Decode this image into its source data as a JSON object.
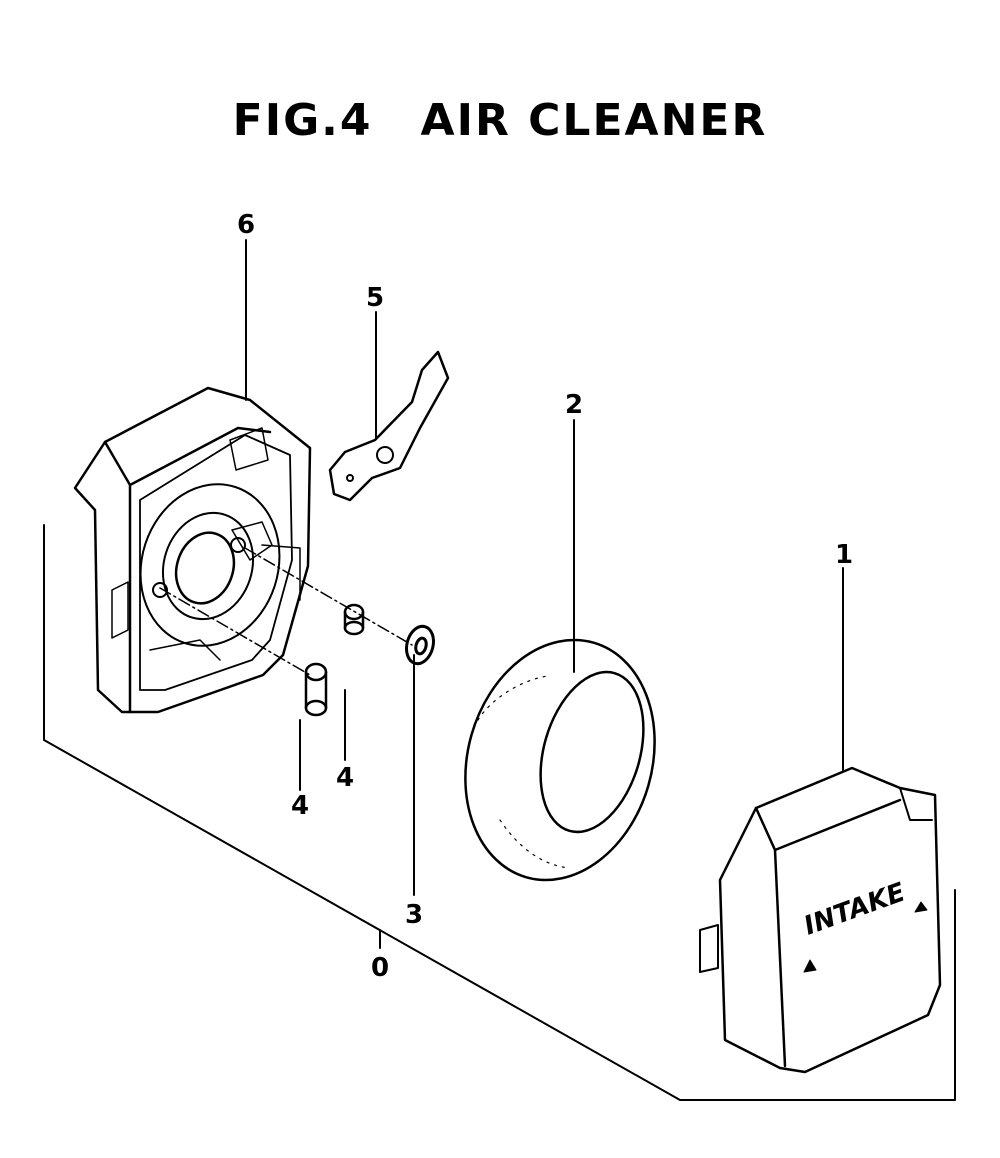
{
  "title": {
    "fig": "FIG.4",
    "name": "AIR CLEANER"
  },
  "callouts": {
    "c6": "6",
    "c5": "5",
    "c2": "2",
    "c1": "1",
    "c4a": "4",
    "c4b": "4",
    "c3": "3",
    "c0": "0"
  },
  "cover_text": "INTAKE"
}
